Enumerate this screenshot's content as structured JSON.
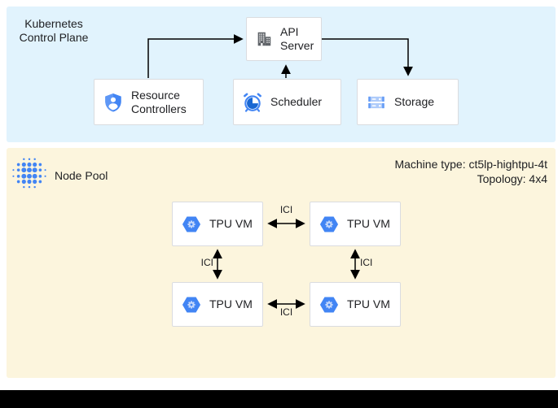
{
  "control_plane": {
    "title": "Kubernetes Control Plane",
    "api_server": {
      "label": "API Server",
      "icon": "building-icon"
    },
    "resource_controllers": {
      "label": "Resource Controllers",
      "icon": "shield-user-icon"
    },
    "scheduler": {
      "label": "Scheduler",
      "icon": "alarm-clock-icon"
    },
    "storage": {
      "label": "Storage",
      "icon": "storage-disks-icon"
    }
  },
  "node_pool": {
    "title": "Node Pool",
    "machine_type": "Machine type: ct5lp-hightpu-4t",
    "topology": "Topology: 4x4",
    "vms": [
      {
        "label": "TPU VM",
        "icon": "tpu-hexagon-icon"
      },
      {
        "label": "TPU VM",
        "icon": "tpu-hexagon-icon"
      },
      {
        "label": "TPU VM",
        "icon": "tpu-hexagon-icon"
      },
      {
        "label": "TPU VM",
        "icon": "tpu-hexagon-icon"
      }
    ],
    "links": [
      {
        "label": "ICI"
      },
      {
        "label": "ICI"
      },
      {
        "label": "ICI"
      },
      {
        "label": "ICI"
      }
    ]
  },
  "colors": {
    "control_plane_bg": "#e1f3fd",
    "node_pool_bg": "#fcf5dd",
    "box_border": "#dadce0",
    "icon_blue": "#4285f4",
    "icon_blue_light": "#aecbfa",
    "icon_blue_dark": "#1967d2",
    "icon_gray": "#5f6368",
    "arrow": "#000000"
  }
}
